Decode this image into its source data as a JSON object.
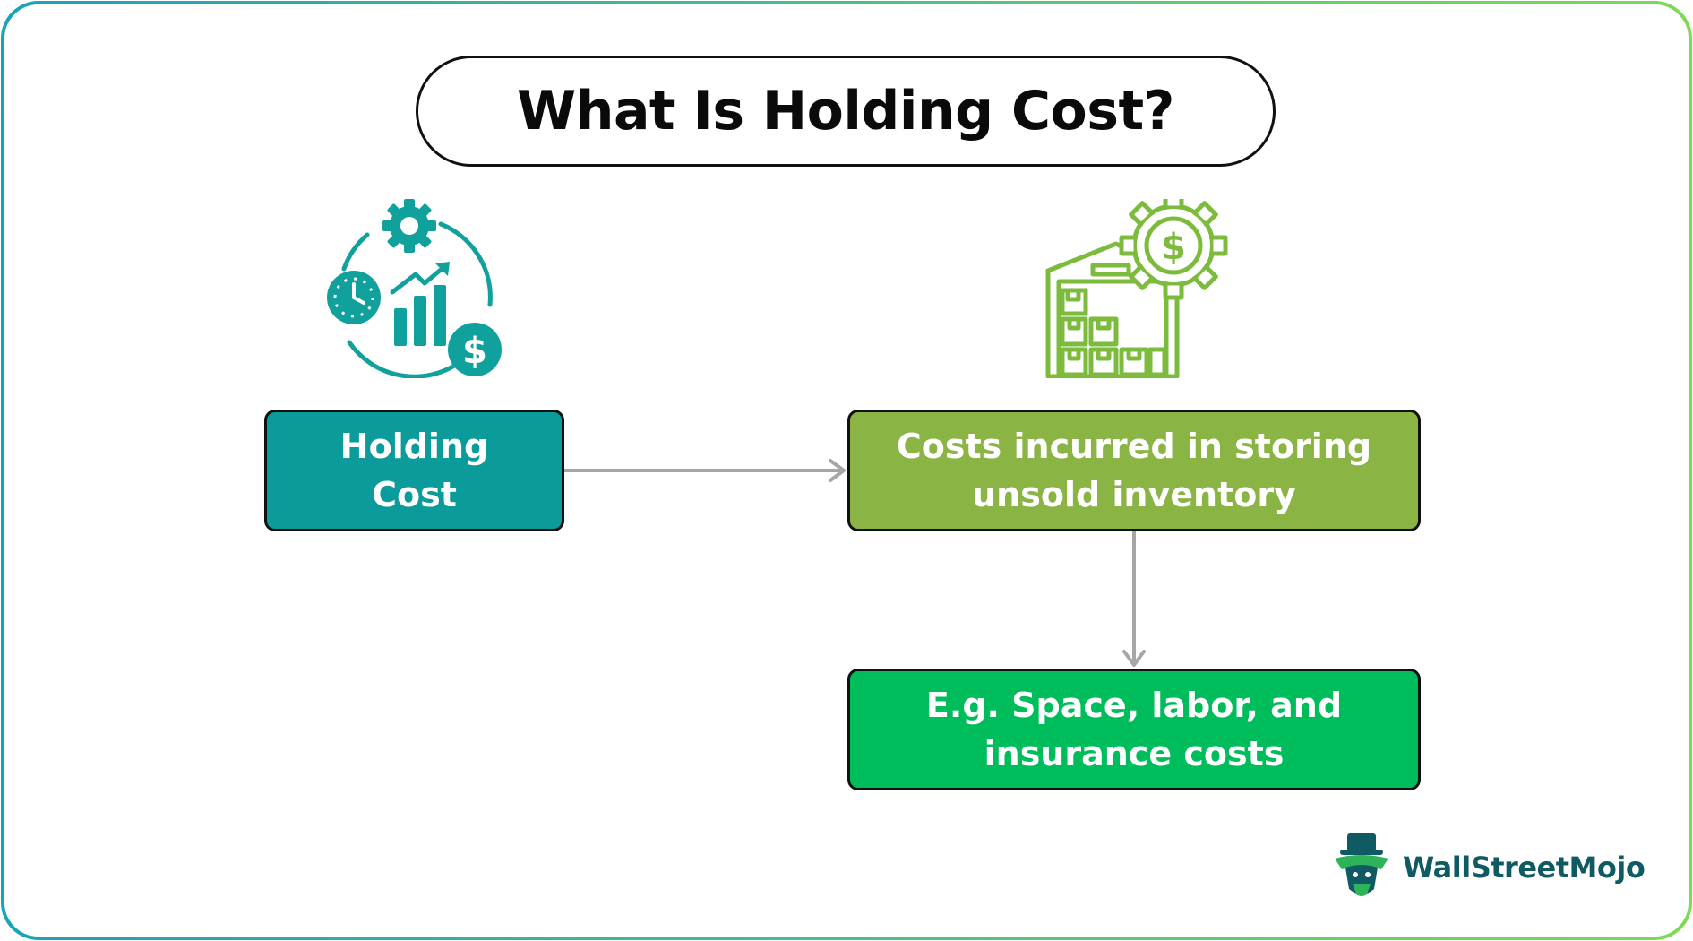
{
  "title": "What Is Holding Cost?",
  "boxes": {
    "holding": {
      "line1": "Holding",
      "line2": "Cost"
    },
    "definition": {
      "line1": "Costs incurred in storing",
      "line2": "unsold inventory"
    },
    "example": {
      "line1": "E.g. Space, labor, and",
      "line2": "insurance costs"
    }
  },
  "icons": {
    "left": "finance-cycle-icon",
    "right": "warehouse-cost-icon",
    "logo": "wallstreetmojo-logo-icon"
  },
  "logo": {
    "text": "WallStreetMojo"
  },
  "colors": {
    "teal": "#0b9b9b",
    "olive": "#8ab444",
    "green": "#00bd5b",
    "icon_teal": "#11a19d",
    "icon_green": "#7dbb3d",
    "arrow": "#a6a6a6",
    "frame_start": "#1aa3b8",
    "frame_end": "#7ed957",
    "logo_text": "#0f5a63"
  }
}
